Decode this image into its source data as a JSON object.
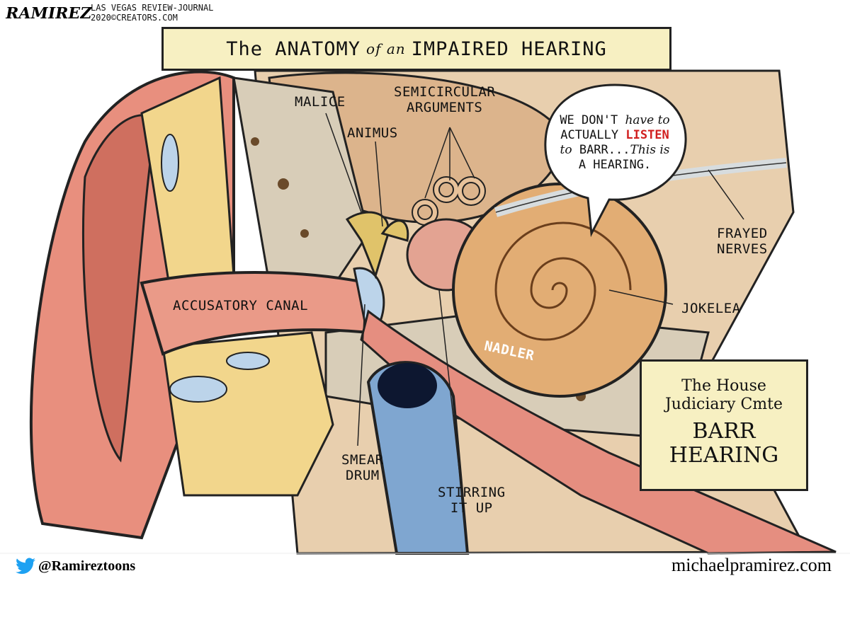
{
  "signature": "RAMIREZ",
  "credit": {
    "line1": "LAS VEGAS REVIEW-JOURNAL",
    "line2": "2020©CREATORS.COM"
  },
  "title": {
    "pre": "The ANATOMY",
    "of": "of an",
    "post": "IMPAIRED HEARING"
  },
  "labels": {
    "malice": "MALICE",
    "animus": "ANIMUS",
    "semicircular_1": "SEMICIRCULAR",
    "semicircular_2": "ARGUMENTS",
    "frayed_1": "FRAYED",
    "frayed_2": "NERVES",
    "jokelea": "JOKELEA",
    "accusatory": "ACCUSATORY CANAL",
    "nadler": "NADLER",
    "smear_1": "SMEAR",
    "smear_2": "DRUM",
    "stirring_1": "STIRRING",
    "stirring_2": "it UP"
  },
  "speech_bubble": {
    "l1a": "WE DON'T",
    "l1b": "have to",
    "l2a": "ACTUALLY",
    "l2b": "LISTEN",
    "l3a": "to",
    "l3b": "BARR...",
    "l3c": "This is",
    "l4": "A HEARING."
  },
  "infobox": {
    "line1": "The House",
    "line2": "Judiciary Cmte",
    "line3": "BARR",
    "line4": "HEARING"
  },
  "footer": {
    "twitter": "@Ramireztoons",
    "website": "michaelpramirez.com"
  },
  "colors": {
    "banner": "#f7f0c2",
    "accent_red": "#d11f1f",
    "twitter_blue": "#1da1f2"
  }
}
